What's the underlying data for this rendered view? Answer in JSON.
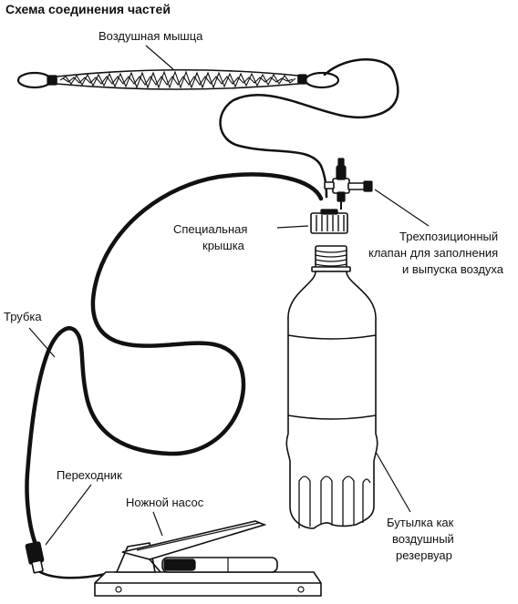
{
  "title": "Схема соединения частей",
  "labels": {
    "air_muscle": "Воздушная мышца",
    "cap_line1": "Специальная",
    "cap_line2": "крышка",
    "valve_line1": "Трехпозиционный",
    "valve_line2": "клапан для заполнения",
    "valve_line3": "и выпуска воздуха",
    "tube": "Трубка",
    "adapter": "Переходник",
    "foot_pump": "Ножной насос",
    "bottle_line1": "Бутылка как",
    "bottle_line2": "воздушный",
    "bottle_line3": "резервуар"
  },
  "colors": {
    "ink": "#111111",
    "paper": "#ffffff"
  }
}
